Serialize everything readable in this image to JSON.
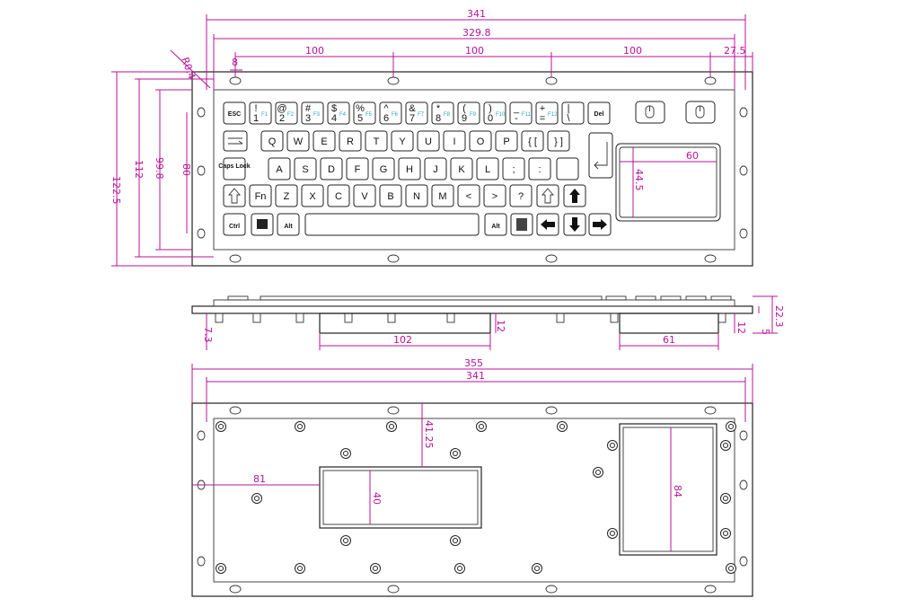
{
  "dimensions": {
    "front": {
      "total_width": "341",
      "inner_width": "329.8",
      "key_pitch_1": "100",
      "key_pitch_2": "100",
      "key_pitch_3": "100",
      "right_offset": "27.5",
      "hole_spacing": "8",
      "radius": "R0.4",
      "height_total": "122.5",
      "height_inner": "112",
      "height_keys": "99.8",
      "height_small": "80",
      "touchpad_width": "60",
      "touchpad_height": "44.5"
    },
    "side": {
      "depth_left": "7.3",
      "pcb_width": "102",
      "pcb_depth": "12",
      "touchpad_pcb": "61",
      "touchpad_depth": "12",
      "total_depth": "22.3",
      "panel_thickness": "5"
    },
    "back": {
      "total_width": "355",
      "inner_width": "341",
      "top_offset": "41.25",
      "left_offset": "81",
      "pcb_height": "40",
      "touchpad_height": "84"
    }
  },
  "keyboard": {
    "row1": [
      {
        "main": "ESC",
        "fn": ""
      },
      {
        "main": "1",
        "top": "!",
        "fn": "F1"
      },
      {
        "main": "2",
        "top": "@",
        "fn": "F2"
      },
      {
        "main": "3",
        "top": "#",
        "fn": "F3"
      },
      {
        "main": "4",
        "top": "$",
        "fn": "F4"
      },
      {
        "main": "5",
        "top": "%",
        "fn": "F5"
      },
      {
        "main": "6",
        "top": "^",
        "fn": "F6"
      },
      {
        "main": "7",
        "top": "&",
        "fn": "F7"
      },
      {
        "main": "8",
        "top": "*",
        "fn": "F8"
      },
      {
        "main": "9",
        "top": "(",
        "fn": "F9"
      },
      {
        "main": "0",
        "top": ")",
        "fn": "F10"
      },
      {
        "main": "-",
        "top": "_",
        "fn": "F11"
      },
      {
        "main": "=",
        "top": "+",
        "fn": "F12"
      },
      {
        "main": "\\",
        "top": "|",
        "fn": ""
      },
      {
        "main": "Del",
        "fn": ""
      }
    ],
    "row2": [
      "Q",
      "W",
      "E",
      "R",
      "T",
      "Y",
      "U",
      "I",
      "O",
      "P",
      "{ [",
      "} ]"
    ],
    "row3": [
      "A",
      "S",
      "D",
      "F",
      "G",
      "H",
      "J",
      "K",
      "L",
      ";",
      ":"
    ],
    "row4": [
      "Fn",
      "Z",
      "X",
      "C",
      "V",
      "B",
      "N",
      "M",
      "<",
      ">",
      "?"
    ],
    "row5": [
      "Ctrl",
      "Alt",
      "Alt"
    ],
    "caps": "Caps Lock"
  }
}
